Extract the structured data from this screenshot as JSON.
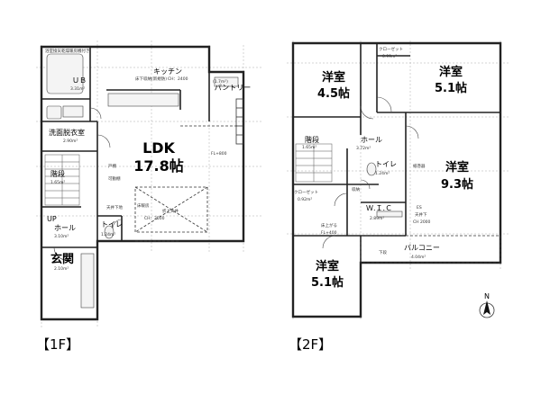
{
  "floor1": {
    "label": "【1F】",
    "ldk": {
      "name": "LDK",
      "area": "17.8帖"
    },
    "kitchen": {
      "name": "キッチン",
      "note": "床下収納(新規防)",
      "ch": "CH：2400"
    },
    "pantry": {
      "name": "パントリー",
      "area": "(1.7m²)"
    },
    "ub": {
      "name": "ＵＢ",
      "area": "3.31m²"
    },
    "washroom": {
      "name": "洗面脱衣室",
      "area": "2.90m²"
    },
    "stair": {
      "name": "階段",
      "area": "1.65m²"
    },
    "hall": {
      "name": "ホール",
      "area": "3.10m²",
      "up": "UP"
    },
    "toilet": {
      "name": "トイレ",
      "area": "1.24m²"
    },
    "entrance": {
      "name": "玄関",
      "area": "2.10m²"
    },
    "ceiling": {
      "note": "折上天井",
      "ch": "CH：2500"
    },
    "flooring": {
      "note": "床暖房"
    },
    "annotations": [
      "浴室換気乾燥暖房機付き",
      "FL+800",
      "戸棚",
      "可動棚",
      "天井下地"
    ]
  },
  "floor2": {
    "label": "【2F】",
    "room_nw": {
      "name": "洋室",
      "area": "4.5帖"
    },
    "room_ne": {
      "name": "洋室",
      "area": "5.1帖"
    },
    "room_e": {
      "name": "洋室",
      "area": "9.3帖"
    },
    "room_sw": {
      "name": "洋室",
      "area": "5.1帖"
    },
    "closet_top": {
      "name": "クローゼット",
      "area": "0.99m²"
    },
    "closet_mid": {
      "name": "クローゼット",
      "area": "0.92m²"
    },
    "stair": {
      "name": "階段",
      "area": "1.65m²"
    },
    "hall": {
      "name": "ホール",
      "area": "3.72m²"
    },
    "toilet": {
      "name": "トイレ",
      "area": "1.24m²"
    },
    "wic": {
      "name": "Ｗ.Ｉ.Ｃ",
      "area": "2.89m²"
    },
    "balcony": {
      "name": "バルコニー",
      "area": "4.04m²"
    },
    "floor_note": {
      "text": "床上がる",
      "fl": "FL+400"
    },
    "ceiling_note": {
      "text": "天井下",
      "ch": "CH 2000"
    },
    "annotations": [
      "紙巻器",
      "収納",
      "ES",
      "下段"
    ]
  },
  "compass": {
    "label": "N"
  }
}
